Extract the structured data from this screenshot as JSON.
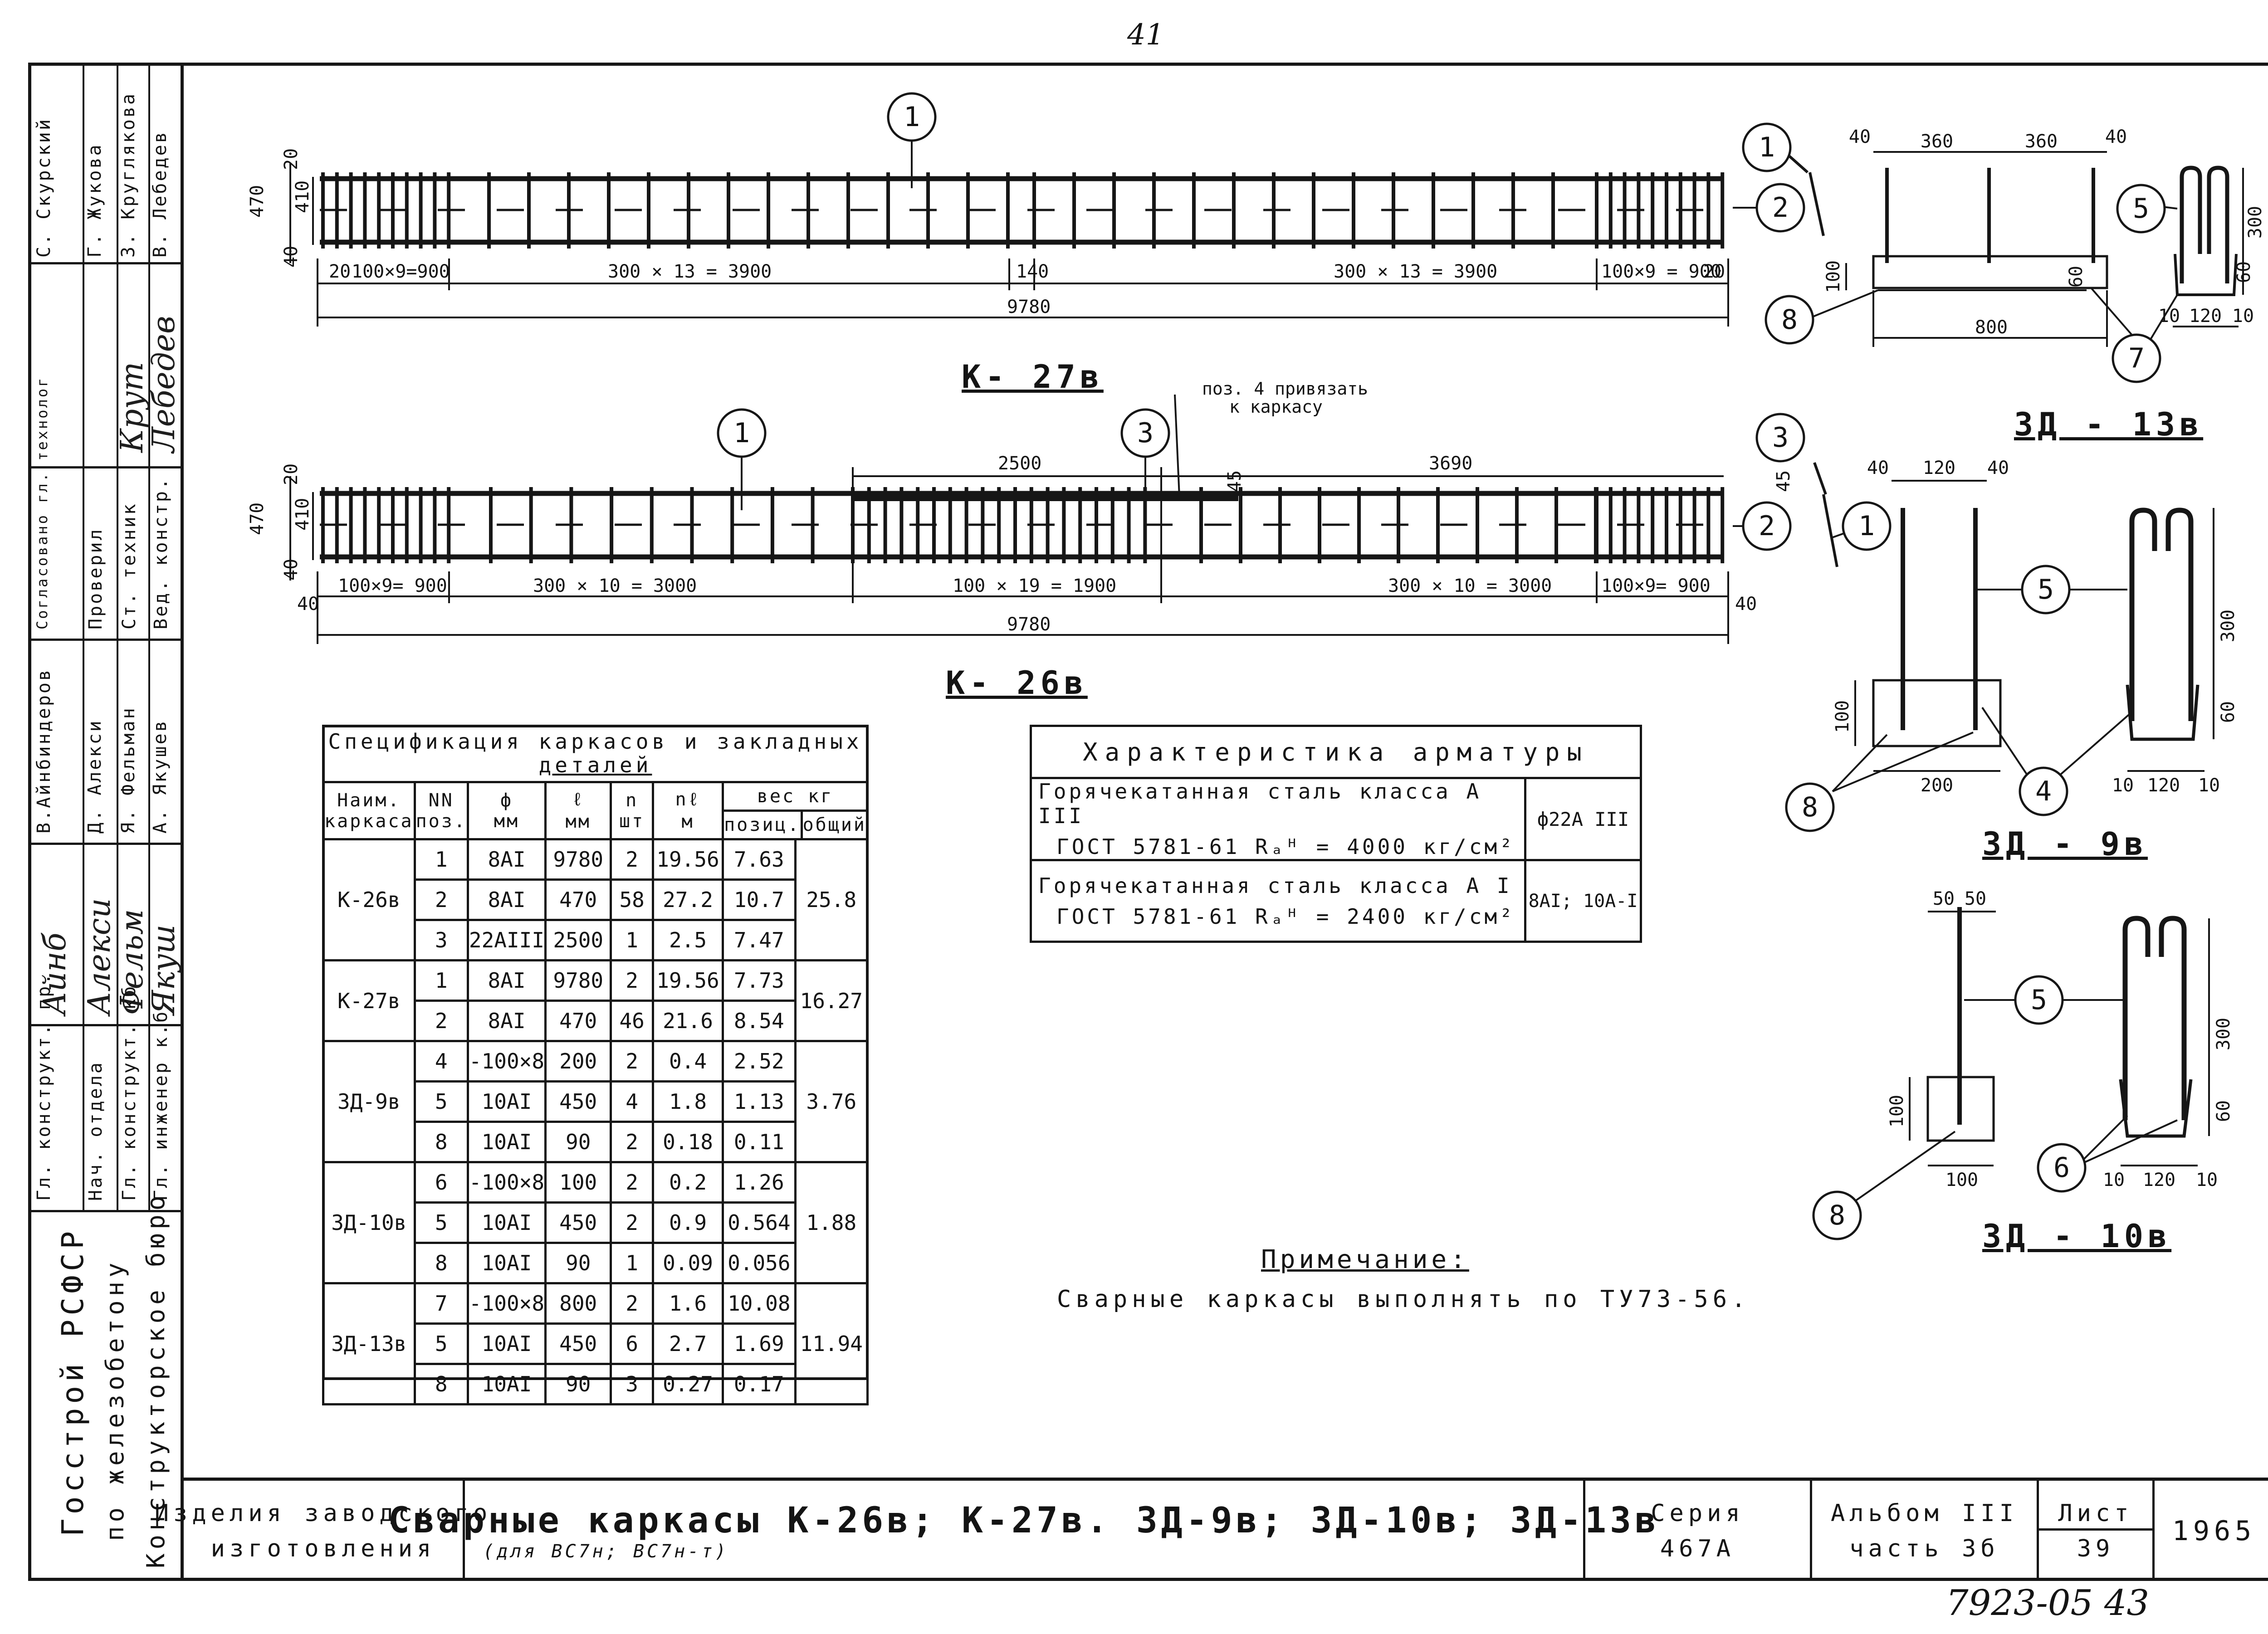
{
  "page_number": "41",
  "sheet_stamp": "7923-05  43",
  "drawings": {
    "k27": {
      "label": "К- 27в",
      "callout1": "1",
      "height_labels": {
        "total": "470",
        "mid": "410",
        "top": "20",
        "bottom": "40"
      },
      "segments": [
        "20",
        "100×9=900",
        "300 × 13 = 3900",
        "140",
        "300 × 13 = 3900",
        "100×9 = 900",
        "20"
      ],
      "total_length": "9780"
    },
    "k26": {
      "label": "К- 26в",
      "callout1": "1",
      "callout3": "3",
      "note_line1": "поз. 4 привязать",
      "note_line2": "к каркасу",
      "height_labels": {
        "total": "470",
        "mid": "410",
        "top": "20",
        "bottom": "40",
        "left_bottom": "40",
        "right_end": "40",
        "offset": "45"
      },
      "dim_2500": "2500",
      "dim_3690": "3690",
      "segments": [
        "100×9= 900",
        "300 × 10 = 3000",
        "100 × 19 = 1900",
        "300 × 10 = 3000",
        "100×9= 900"
      ],
      "total_length": "9780"
    },
    "k_section": {
      "callouts": [
        "1",
        "2",
        "3",
        "1",
        "2"
      ],
      "offset": "45"
    },
    "zd13": {
      "label": "ЗД - 13в",
      "dims_top": [
        "40",
        "360",
        "360",
        "40"
      ],
      "dim_bottom": "800",
      "dim_h_left": "100",
      "dim_60": "60",
      "dim_300": "300",
      "dims_bottom_right": [
        "10",
        "120",
        "10"
      ],
      "callouts": [
        "1",
        "2",
        "5",
        "7",
        "8"
      ]
    },
    "zd9": {
      "label": "ЗД - 9в",
      "dims_top": [
        "40",
        "120",
        "40"
      ],
      "dim_bottom": "200",
      "dim_h_left": "100",
      "dim_300": "300",
      "dim_60": "60",
      "dims_bottom_right": [
        "10",
        "120",
        "10"
      ],
      "callouts": [
        "5",
        "4",
        "8"
      ]
    },
    "zd10": {
      "label": "ЗД - 10в",
      "dims_top": [
        "50",
        "50"
      ],
      "dim_bottom": "100",
      "dim_h_left": "100",
      "dim_300": "300",
      "dim_60": "60",
      "dims_bottom_right": [
        "10",
        "120",
        "10"
      ],
      "callouts": [
        "5",
        "6",
        "8"
      ]
    }
  },
  "spec_table": {
    "title_line1": "Спецификация каркасов и закладных",
    "title_line2": "деталей",
    "headers": {
      "name1": "Наим.",
      "name2": "каркаса",
      "nn1": "NN",
      "nn2": "поз.",
      "d1": "ф",
      "d2": "мм",
      "l1": "ℓ",
      "l2": "мм",
      "n1": "n",
      "n2": "шт",
      "nl1": "nℓ",
      "nl2": "м",
      "w": "вес кг",
      "w_pos": "позиц.",
      "w_tot": "общий"
    },
    "groups": [
      {
        "name": "К-26в",
        "total": "25.8",
        "rows": [
          {
            "pos": "1",
            "d": "8AI",
            "l": "9780",
            "n": "2",
            "nl": "19.56",
            "w": "7.63"
          },
          {
            "pos": "2",
            "d": "8AI",
            "l": "470",
            "n": "58",
            "nl": "27.2",
            "w": "10.7"
          },
          {
            "pos": "3",
            "d": "22AIII",
            "l": "2500",
            "n": "1",
            "nl": "2.5",
            "w": "7.47"
          }
        ]
      },
      {
        "name": "К-27в",
        "total": "16.27",
        "rows": [
          {
            "pos": "1",
            "d": "8AI",
            "l": "9780",
            "n": "2",
            "nl": "19.56",
            "w": "7.73"
          },
          {
            "pos": "2",
            "d": "8AI",
            "l": "470",
            "n": "46",
            "nl": "21.6",
            "w": "8.54"
          }
        ]
      },
      {
        "name": "ЗД-9в",
        "total": "3.76",
        "rows": [
          {
            "pos": "4",
            "d": "-100×8",
            "l": "200",
            "n": "2",
            "nl": "0.4",
            "w": "2.52"
          },
          {
            "pos": "5",
            "d": "10AI",
            "l": "450",
            "n": "4",
            "nl": "1.8",
            "w": "1.13"
          },
          {
            "pos": "8",
            "d": "10AI",
            "l": "90",
            "n": "2",
            "nl": "0.18",
            "w": "0.11"
          }
        ]
      },
      {
        "name": "ЗД-10в",
        "total": "1.88",
        "rows": [
          {
            "pos": "6",
            "d": "-100×8",
            "l": "100",
            "n": "2",
            "nl": "0.2",
            "w": "1.26"
          },
          {
            "pos": "5",
            "d": "10AI",
            "l": "450",
            "n": "2",
            "nl": "0.9",
            "w": "0.564"
          },
          {
            "pos": "8",
            "d": "10AI",
            "l": "90",
            "n": "1",
            "nl": "0.09",
            "w": "0.056"
          }
        ]
      },
      {
        "name": "ЗД-13в",
        "total": "11.94",
        "rows": [
          {
            "pos": "7",
            "d": "-100×8",
            "l": "800",
            "n": "2",
            "nl": "1.6",
            "w": "10.08"
          },
          {
            "pos": "5",
            "d": "10AI",
            "l": "450",
            "n": "6",
            "nl": "2.7",
            "w": "1.69"
          },
          {
            "pos": "8",
            "d": "10AI",
            "l": "90",
            "n": "3",
            "nl": "0.27",
            "w": "0.17"
          }
        ]
      }
    ]
  },
  "armature_table": {
    "title": "Характеристика арматуры",
    "row1_line1": "Горячекатанная сталь класса А III",
    "row1_line2": "ГОСТ 5781-61    Rₐᴴ = 4000 кг/см²",
    "row1_right": "ф22А III",
    "row2_line1": "Горячекатанная сталь класса А I",
    "row2_line2": "ГОСТ 5781-61    Rₐᴴ = 2400 кг/см²",
    "row2_right": "8АI; 10А-I"
  },
  "note": {
    "title": "Примечание:",
    "text": "Сварные каркасы выполнять по ТУ73-56."
  },
  "sidebar": {
    "group1": [
      {
        "role": "Вед. констр.",
        "name": "В. Лебедев"
      },
      {
        "role": "Ст. техник",
        "name": "З. Круглякова"
      },
      {
        "role": "Проверил",
        "name": "Г. Жукова"
      },
      {
        "role": "Согласовано гл. технолог",
        "name": "С. Скурский"
      }
    ],
    "group2": [
      {
        "role": "Гл. инженер к.б",
        "name": "А. Якушев"
      },
      {
        "role": "Гл. конструкт. кб",
        "name": "Я. Фельман"
      },
      {
        "role": "Нач. отдела",
        "name": "Д. Алекси"
      },
      {
        "role": "Гл. конструкт. пр.",
        "name": "В.Айнбиндеров"
      }
    ],
    "org_line1": "Конструкторское бюро",
    "org_line2": "по железобетону",
    "org_line3": "Госстрой РСФСР",
    "signatures": [
      "Лебедев",
      "Крут",
      "Якуш",
      "Фельм",
      "Алекси",
      "Айнб"
    ]
  },
  "title_block": {
    "left_line1": "Изделия заводского",
    "left_line2": "изготовления",
    "main_title": "Сварные каркасы К-26в; К-27в.   ЗД-9в;  ЗД-10в;  ЗД-13в",
    "subtitle": "(для ВС7н; ВС7н-т)",
    "series_label": "Серия",
    "series_value": "467А",
    "album_label": "Альбом III",
    "album_part": "часть 3б",
    "sheet_label": "Лист",
    "sheet_value": "39",
    "year": "1965"
  }
}
